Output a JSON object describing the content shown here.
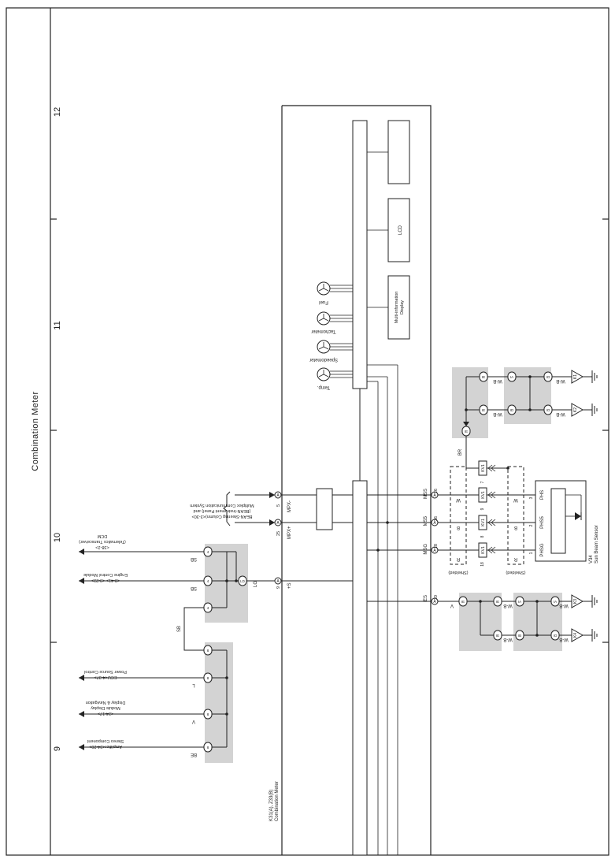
{
  "page": {
    "section_title": "Combination Meter",
    "grid_numbers": [
      "12",
      "11",
      "10",
      "9"
    ]
  },
  "meter": {
    "connector_label": "K31(A), Z33(B)",
    "component_name": "Combination Meter"
  },
  "gauges": [
    "Fuel",
    "Tachometer",
    "Speedometer",
    "Temp."
  ],
  "displays": {
    "lcd": "LCD",
    "multi_info_line1": "Multi-information",
    "multi_info_line2": "Display"
  },
  "left_connectors": {
    "mpx_minus": {
      "pin": "5",
      "conn": "A",
      "signal": "MPX-"
    },
    "mpx_plus": {
      "pin": "25",
      "conn": "A",
      "signal": "MPX+"
    },
    "plus_s": {
      "pin": "9",
      "conn": "A",
      "signal": "+S"
    },
    "lg_wire": "LG",
    "sb_wire": "SB",
    "l_wire": "L",
    "v_wire": "V",
    "be_wire": "BE"
  },
  "multiplex": {
    "line1": "Multiplex Communication System",
    "line2": "(BEAN-Instrument Panel) and",
    "line3": "BEAN-Steering Column)<3-30>"
  },
  "destinations": {
    "dcm_line1": "DCM",
    "dcm_line2": "(Telematics Transceiver)",
    "dcm_ref": "<38-2>",
    "ecm_line1": "Engine Control Module",
    "ecm_ref": "<8-41> <9-23>",
    "power_line1": "Power Source Control",
    "power_ref": "ECU<4-37>",
    "display_line1": "Display & Navigation",
    "display_line2": "Module Display",
    "display_ref": "<34-17>",
    "stereo_line1": "Stereo Component",
    "stereo_line2": "Amplifier<34-20>"
  },
  "right_side": {
    "mss": {
      "pin": "16",
      "conn": "A",
      "signal": "MSS"
    },
    "ms5": {
      "pin": "36",
      "conn": "A",
      "signal": "MS5"
    },
    "msg": {
      "pin": "18",
      "conn": "A",
      "signal": "MSG"
    },
    "es": {
      "pin": "20",
      "conn": "A",
      "signal": "ES"
    },
    "sensor_code": "V34",
    "sensor_name": "Sun Beam Sensor",
    "phs": "PHS",
    "phs5": "PHS5",
    "phsg": "PHSG",
    "sensor_pins": [
      "3",
      "2",
      "1"
    ],
    "shielded": "(Shielded)",
    "wire_w": "W",
    "wire_r": "R",
    "wire_b": "B",
    "wire_br": "BR",
    "wire_w_b": "W-B",
    "wire_v": "V",
    "kv1": "KV1",
    "ground_labels": [
      "K1",
      "K2",
      "K3",
      "K4"
    ]
  }
}
